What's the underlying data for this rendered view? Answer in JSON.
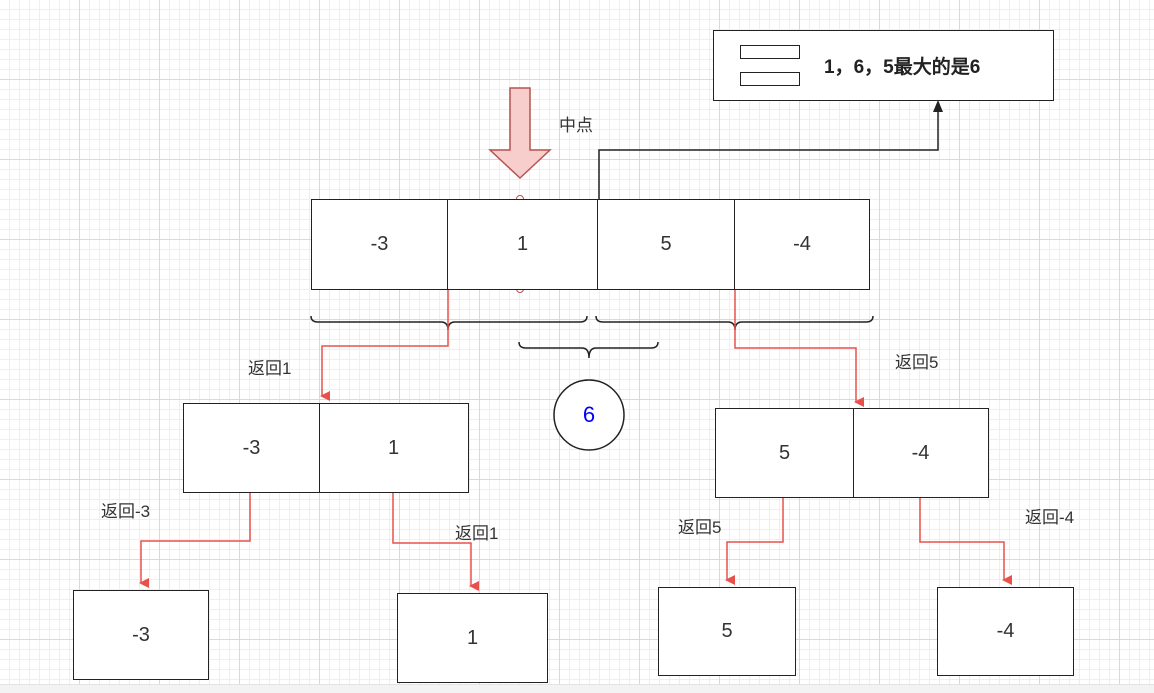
{
  "main_array": [
    "-3",
    "1",
    "5",
    "-4"
  ],
  "left_array": [
    "-3",
    "1"
  ],
  "right_array": [
    "5",
    "-4"
  ],
  "leaves": [
    "-3",
    "1",
    "5",
    "-4"
  ],
  "midpoint_label": "中点",
  "cross_sum": "6",
  "result_note": "1，6，5最大的是6",
  "edge_labels": {
    "to_left": "返回1",
    "to_right": "返回5",
    "leaf_1": "返回-3",
    "leaf_2": "返回1",
    "leaf_3": "返回5",
    "leaf_4": "返回-4"
  },
  "colors": {
    "return_arrow": "#e8504b",
    "mid_arrow_fill": "#f8cecc",
    "cross_sum_text": "#0000ff",
    "stroke": "#222222"
  }
}
